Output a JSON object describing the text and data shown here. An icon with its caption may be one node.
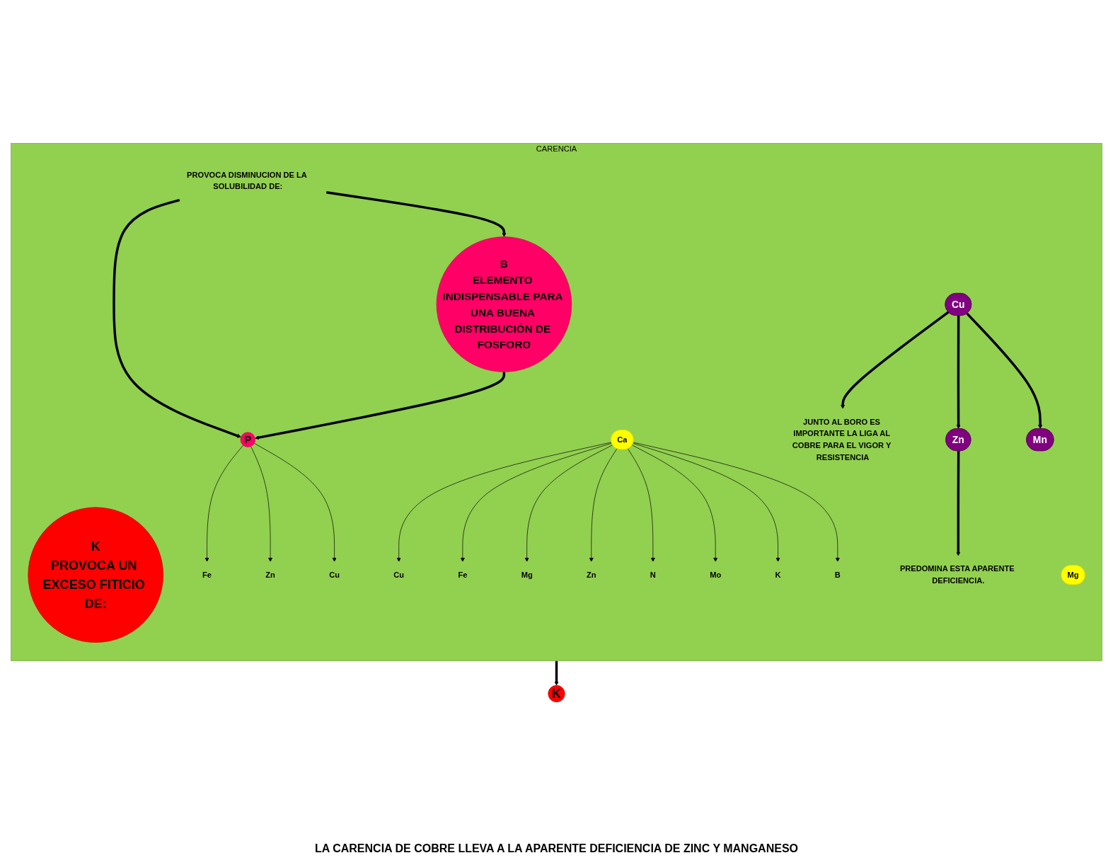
{
  "diagram": {
    "nodes": [
      {
        "text": [
          "CARENCIA"
        ]
      },
      {
        "text": [
          "K",
          "PROVOCA UN EXCESO FITICIO DE:"
        ],
        "in": 0
      },
      {
        "text": [
          "Mg"
        ],
        "in": 0
      },
      {
        "text": [
          "PROVOCA DISMINUCION DE LA SOLUBILIDAD DE:"
        ],
        "in": 0
      },
      {
        "text": [
          "B",
          "ELEMENTO INDISPENSABLE PARA UNA BUENA DISTRIBUCIÓN DE FOSFORO"
        ],
        "in": 0
      },
      {
        "text": [
          "P"
        ],
        "in": 0
      },
      {
        "text": [
          "Fe"
        ],
        "in": 0
      },
      {
        "text": [
          "Zn"
        ],
        "in": 0
      },
      {
        "text": [
          "Cu"
        ],
        "in": 0
      },
      {
        "text": [
          "Ca"
        ],
        "in": 0
      },
      {
        "text": [
          "Cu"
        ],
        "in": 0
      },
      {
        "text": [
          "Fe"
        ],
        "in": 0
      },
      {
        "text": [
          "Mg"
        ],
        "in": 0
      },
      {
        "text": [
          "Zn"
        ],
        "in": 0
      },
      {
        "text": [
          "N"
        ],
        "in": 0
      },
      {
        "text": [
          "Mo"
        ],
        "in": 0
      },
      {
        "text": [
          "K"
        ],
        "in": 0
      },
      {
        "text": [
          "B"
        ],
        "in": 0
      },
      {
        "text": [
          "Cu"
        ],
        "in": 0
      },
      {
        "text": [
          "JUNTO AL BORO ES IMPORTANTE LA LIGA AL COBRE PARA EL VIGOR Y RESISTENCIA"
        ],
        "in": 0
      },
      {
        "text": [
          "Zn"
        ],
        "in": 0
      },
      {
        "text": [
          "Mn"
        ],
        "in": 0
      },
      {
        "text": [
          "PREDOMINA ESTA APARENTE DEFICIENCIA."
        ],
        "in": 0
      },
      {
        "text": [
          "K"
        ]
      }
    ],
    "edges": [
      {
        "from": 3,
        "to": 4,
        "arrow": "to",
        "style": "thick"
      },
      {
        "from": 3,
        "to": 5,
        "arrow": "to",
        "style": "thick"
      },
      {
        "from": 4,
        "to": 5,
        "arrow": "to",
        "style": "thick"
      },
      {
        "from": 5,
        "to": 6,
        "arrow": "to"
      },
      {
        "from": 5,
        "to": 7,
        "arrow": "to"
      },
      {
        "from": 5,
        "to": 8,
        "arrow": "to"
      },
      {
        "from": 9,
        "to": 10,
        "arrow": "to"
      },
      {
        "from": 9,
        "to": 11,
        "arrow": "to"
      },
      {
        "from": 9,
        "to": 12,
        "arrow": "to"
      },
      {
        "from": 9,
        "to": 13,
        "arrow": "to"
      },
      {
        "from": 9,
        "to": 14,
        "arrow": "to"
      },
      {
        "from": 9,
        "to": 15,
        "arrow": "to"
      },
      {
        "from": 9,
        "to": 16,
        "arrow": "to"
      },
      {
        "from": 9,
        "to": 17,
        "arrow": "to"
      },
      {
        "from": 18,
        "to": 19,
        "arrow": "to",
        "style": "thick"
      },
      {
        "from": 18,
        "to": 20,
        "arrow": "to",
        "style": "thick"
      },
      {
        "from": 18,
        "to": 21,
        "arrow": "to",
        "style": "thick"
      },
      {
        "from": 20,
        "to": 22,
        "arrow": "to",
        "style": "thick"
      },
      {
        "from": 0,
        "to": 23,
        "arrow": "to",
        "style": "thick"
      }
    ],
    "labels": [
      "LA CARENCIA DE COBRE LLEVA A LA APARENTE DEFICIENCIA DE ZINC Y MANGANESO"
    ]
  }
}
